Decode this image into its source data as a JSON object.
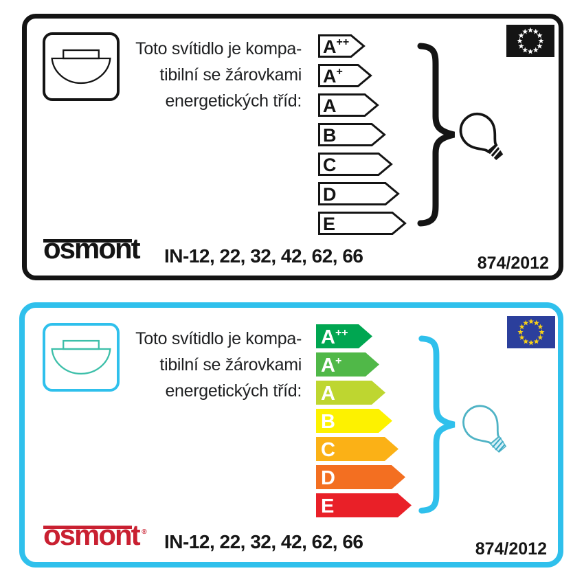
{
  "shared": {
    "compat_line1": "Toto svítidlo je kompa-",
    "compat_line2": "tibilní se žárovkami",
    "compat_line3": "energetických tříd:",
    "models": "IN-12, 22, 32, 42, 62, 66",
    "regulation": "874/2012",
    "brand": "osmont",
    "brand_reg_mark": "®"
  },
  "energy_classes": [
    {
      "label": "A",
      "sup": "++",
      "color": "#00a651"
    },
    {
      "label": "A",
      "sup": "+",
      "color": "#50b848"
    },
    {
      "label": "A",
      "sup": "",
      "color": "#bed630"
    },
    {
      "label": "B",
      "sup": "",
      "color": "#fdf200"
    },
    {
      "label": "C",
      "sup": "",
      "color": "#fbb116"
    },
    {
      "label": "D",
      "sup": "",
      "color": "#f36f21"
    },
    {
      "label": "E",
      "sup": "",
      "color": "#e92028"
    }
  ],
  "colors": {
    "mono_ink": "#141414",
    "accent_cyan": "#2fc0ec",
    "brand_red": "#c92031",
    "lamp_teal": "#3cbfa9",
    "bulb_teal": "#4fb3c5",
    "bulb_base_fill": "#d6f0f7",
    "bulb_hatch": "#3aa9c6",
    "eu_blue": "#2b3f9c",
    "eu_star_yellow": "#f7d117",
    "eu_star_white": "#ffffff"
  }
}
